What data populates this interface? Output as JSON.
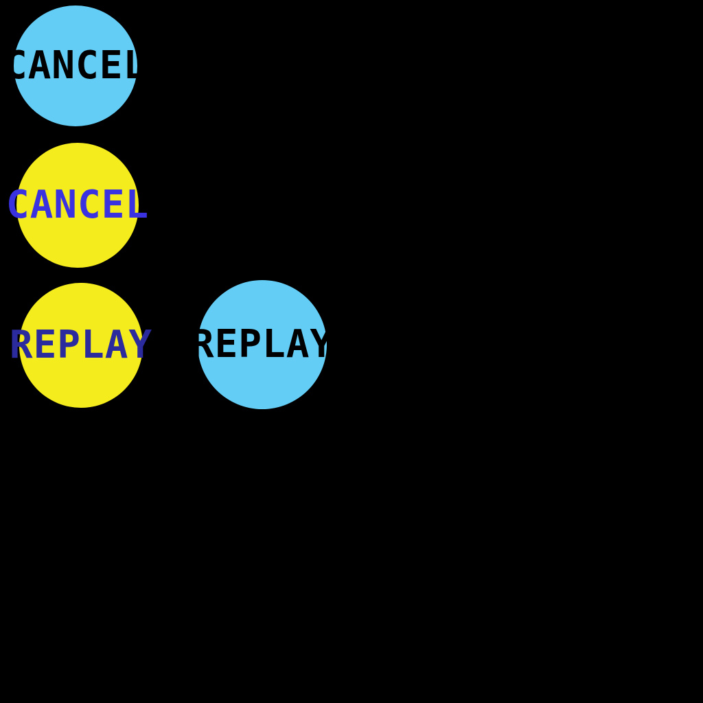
{
  "app": {
    "background_color": "#000000"
  },
  "buttons": [
    {
      "label": "CANCEL",
      "circle_color": "#63cdf5",
      "label_color": "#000000",
      "shape": "circle"
    },
    {
      "label": "CANCEL",
      "circle_color": "#f5ec1e",
      "label_color": "#3a31e0",
      "shape": "circle"
    },
    {
      "label": "REPLAY",
      "circle_color": "#f5ec1e",
      "label_color": "#2b2b9e",
      "shape": "circle"
    },
    {
      "label": "REPLAY",
      "circle_color": "#63cdf5",
      "label_color": "#000000",
      "shape": "circle"
    }
  ]
}
